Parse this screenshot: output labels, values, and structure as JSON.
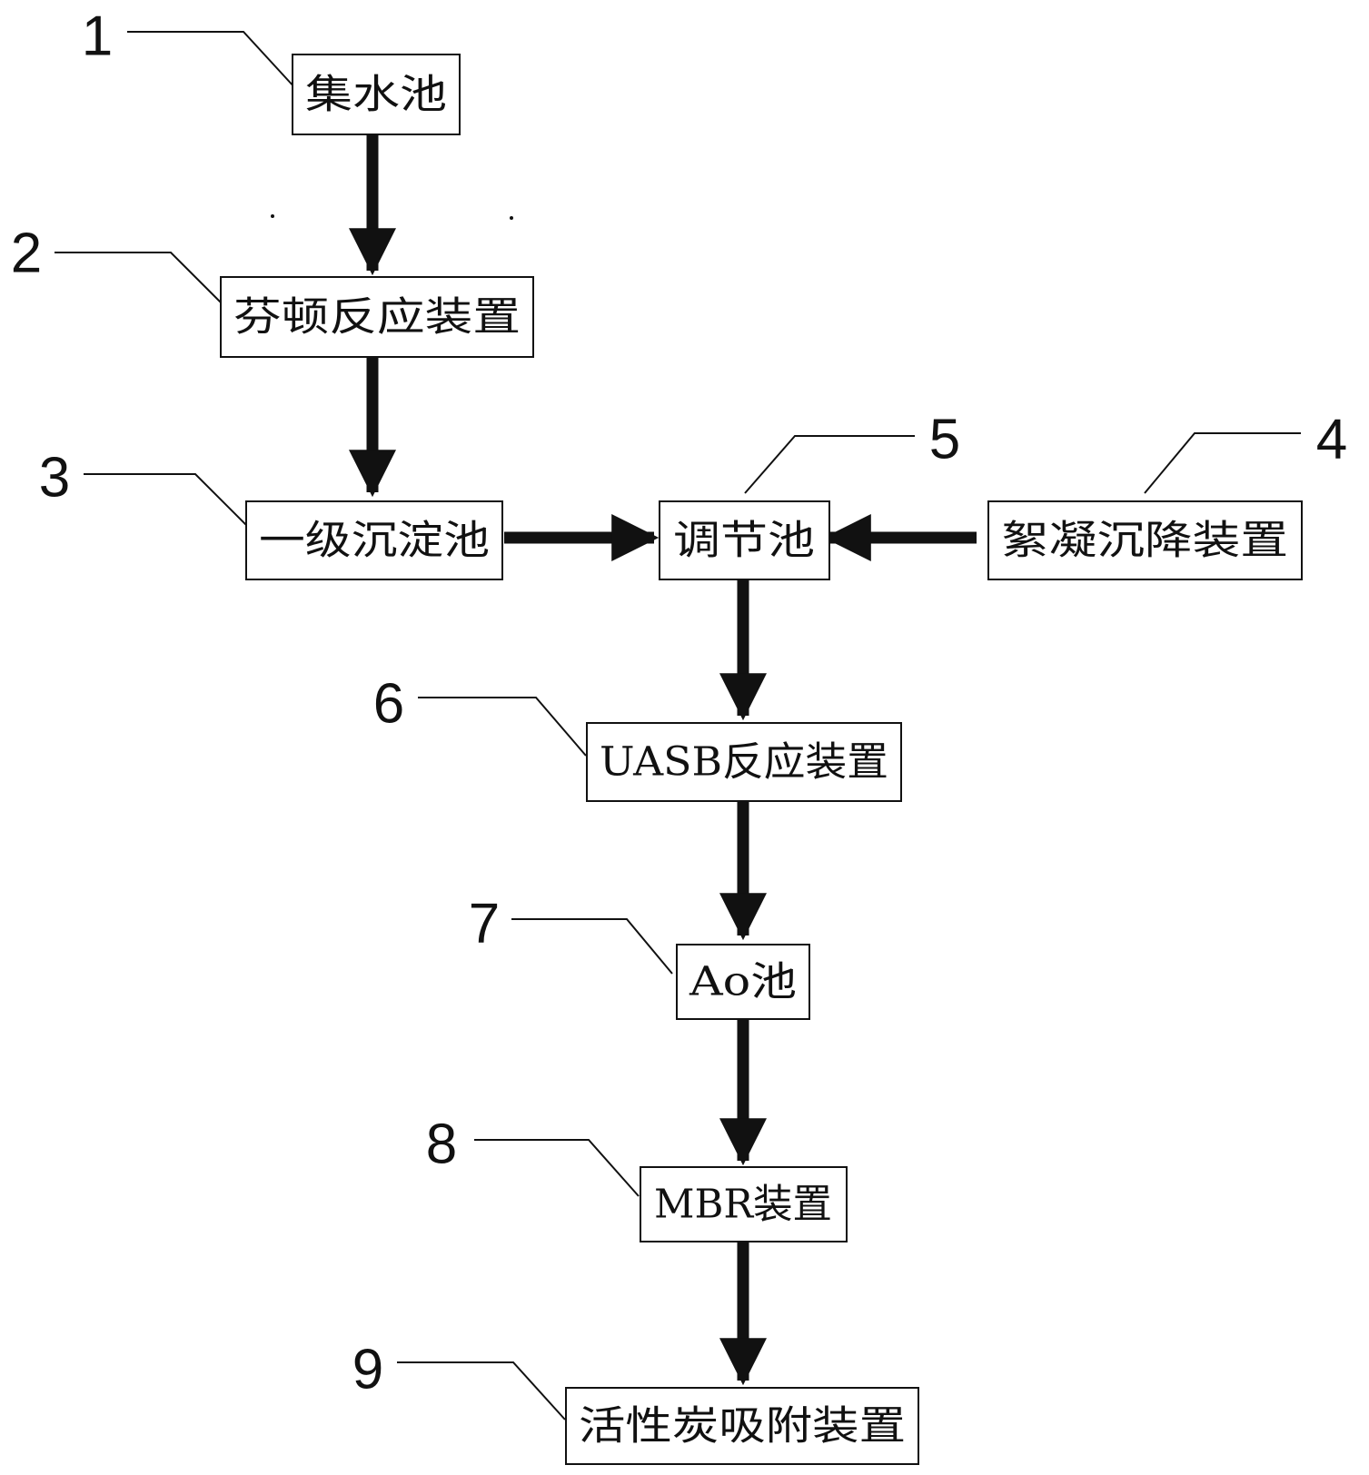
{
  "nodes": [
    {
      "id": "n1",
      "number": "1",
      "label": "集水池"
    },
    {
      "id": "n2",
      "number": "2",
      "label": "芬顿反应装置"
    },
    {
      "id": "n3",
      "number": "3",
      "label": "一级沉淀池"
    },
    {
      "id": "n4",
      "number": "4",
      "label": "絮凝沉降装置"
    },
    {
      "id": "n5",
      "number": "5",
      "label": "调节池"
    },
    {
      "id": "n6",
      "number": "6",
      "label": "UASB反应装置"
    },
    {
      "id": "n7",
      "number": "7",
      "label": "Ao池"
    },
    {
      "id": "n8",
      "number": "8",
      "label": "MBR装置"
    },
    {
      "id": "n9",
      "number": "9",
      "label": "活性炭吸附装置"
    }
  ],
  "edges": [
    {
      "from": "n1",
      "to": "n2"
    },
    {
      "from": "n2",
      "to": "n3"
    },
    {
      "from": "n3",
      "to": "n5"
    },
    {
      "from": "n4",
      "to": "n5"
    },
    {
      "from": "n5",
      "to": "n6"
    },
    {
      "from": "n6",
      "to": "n7"
    },
    {
      "from": "n7",
      "to": "n8"
    },
    {
      "from": "n8",
      "to": "n9"
    }
  ],
  "colors": {
    "stroke": "#111111",
    "background": "#ffffff"
  }
}
